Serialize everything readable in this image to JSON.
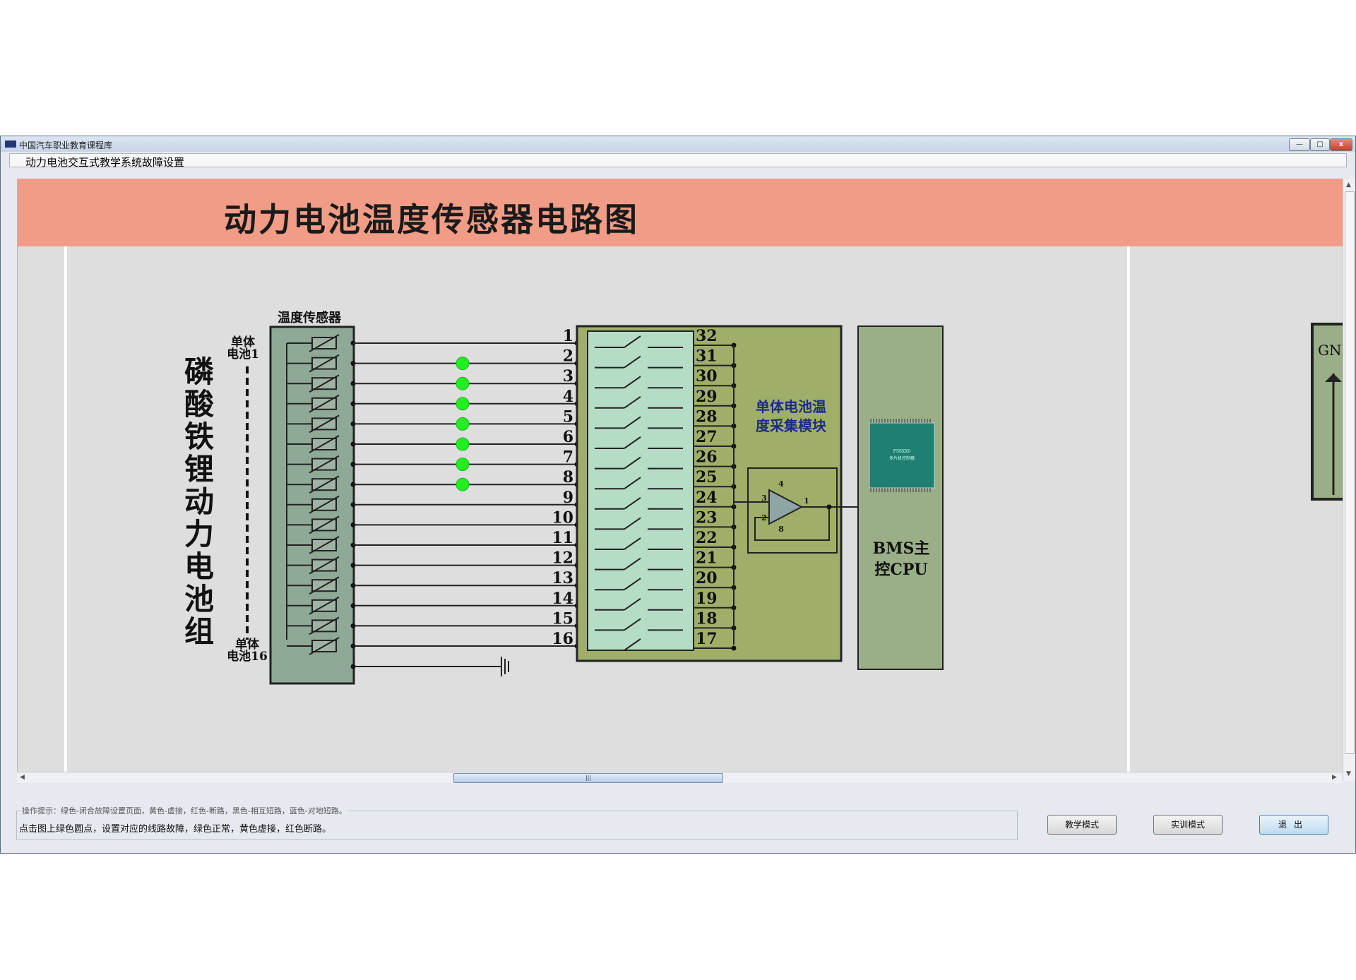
{
  "window": {
    "title": "中国汽车职业教育课程库",
    "subtitle": "动力电池交互式教学系统故障设置",
    "controls": {
      "minimize": "—",
      "maximize": "□",
      "close": "x"
    }
  },
  "diagram": {
    "title": "动力电池温度传感器电路图",
    "battery_pack_label": "磷酸铁锂动力电池组",
    "sensor_label": "温度传感器",
    "cell_first_label": "单体\n电池1",
    "cell_last_label": "单体\n电池16",
    "module_label": "单体电池温\n度采集模块",
    "cpu_label": "BMS主\n控CPU",
    "gnd_label": "GNI",
    "chip_text": "FS8XX0\n多片机控制器",
    "left_pins": [
      "1",
      "2",
      "3",
      "4",
      "5",
      "6",
      "7",
      "8",
      "9",
      "10",
      "11",
      "12",
      "13",
      "14",
      "15",
      "16"
    ],
    "right_pins": [
      "32",
      "31",
      "30",
      "29",
      "28",
      "27",
      "26",
      "25",
      "24",
      "23",
      "22",
      "21",
      "20",
      "19",
      "18",
      "17"
    ],
    "opamp_pins": [
      "4",
      "3",
      "2",
      "8",
      "1"
    ],
    "fault_points": [
      {
        "line": "2",
        "status": "green"
      },
      {
        "line": "3",
        "status": "green"
      },
      {
        "line": "4",
        "status": "green"
      },
      {
        "line": "5",
        "status": "green"
      },
      {
        "line": "6",
        "status": "green"
      },
      {
        "line": "7",
        "status": "green"
      },
      {
        "line": "8",
        "status": "green"
      }
    ]
  },
  "colors": {
    "header_bg": "#f09c86",
    "fault_green": "#22ee22",
    "module_green": "#9faf6a",
    "switch_panel": "#b5dcc4",
    "sensor_block": "#8fa997",
    "cpu_block": "#9aaf88"
  },
  "hint": {
    "legend": "操作提示：绿色-闭合故障设置页面，黄色-虚接，红色-断路，黑色-相互短路，蓝色-对地短路。",
    "text": "点击图上绿色圆点，设置对应的线路故障，绿色正常，黄色虚接，红色断路。"
  },
  "buttons": {
    "teach": "教学模式",
    "train": "实训模式",
    "exit": "退出"
  }
}
